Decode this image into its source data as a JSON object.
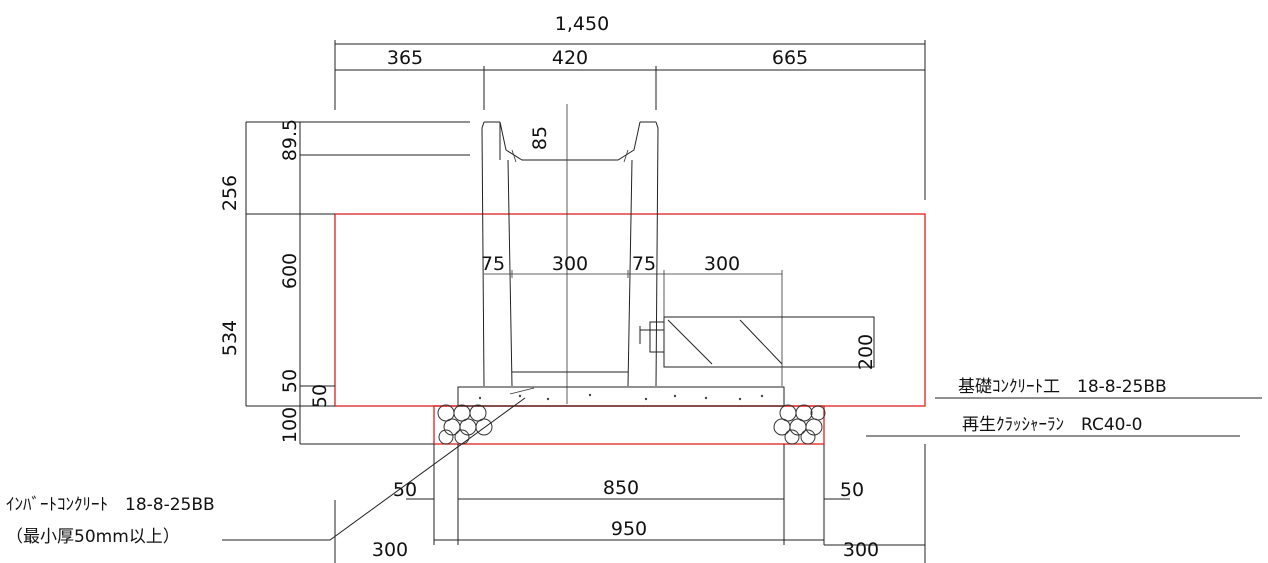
{
  "dimensions": {
    "total_width": "1,450",
    "left_width": "365",
    "channel_width": "420",
    "right_width": "665",
    "top_height": "256",
    "lower_height": "534",
    "lip_height": "89.5",
    "depth_85": "85",
    "wall_600": "600",
    "bottom_50a": "50",
    "bottom_50b": "50",
    "base_100": "100",
    "inner_75_left": "75",
    "inner_300": "300",
    "inner_75_right": "75",
    "pipe_300": "300",
    "pipe_200": "200",
    "base_850": "850",
    "base_950": "950",
    "side_50_left": "50",
    "side_50_right": "50",
    "side_300_left": "300",
    "side_300_right": "300"
  },
  "labels": {
    "foundation_concrete": "基礎ｺﾝｸﾘｰﾄ工　18-8-25BB",
    "recycled_crusher_run": "再生ｸﾗｯｼｬｰﾗﾝ　RC40-0",
    "invert_concrete": "ｲﾝﾊﾞｰﾄｺﾝｸﾘｰﾄ　18-8-25BB",
    "invert_note": "（最小厚50mm以上）"
  },
  "colors": {
    "hatch": "#e0302f",
    "line": "#222222"
  }
}
